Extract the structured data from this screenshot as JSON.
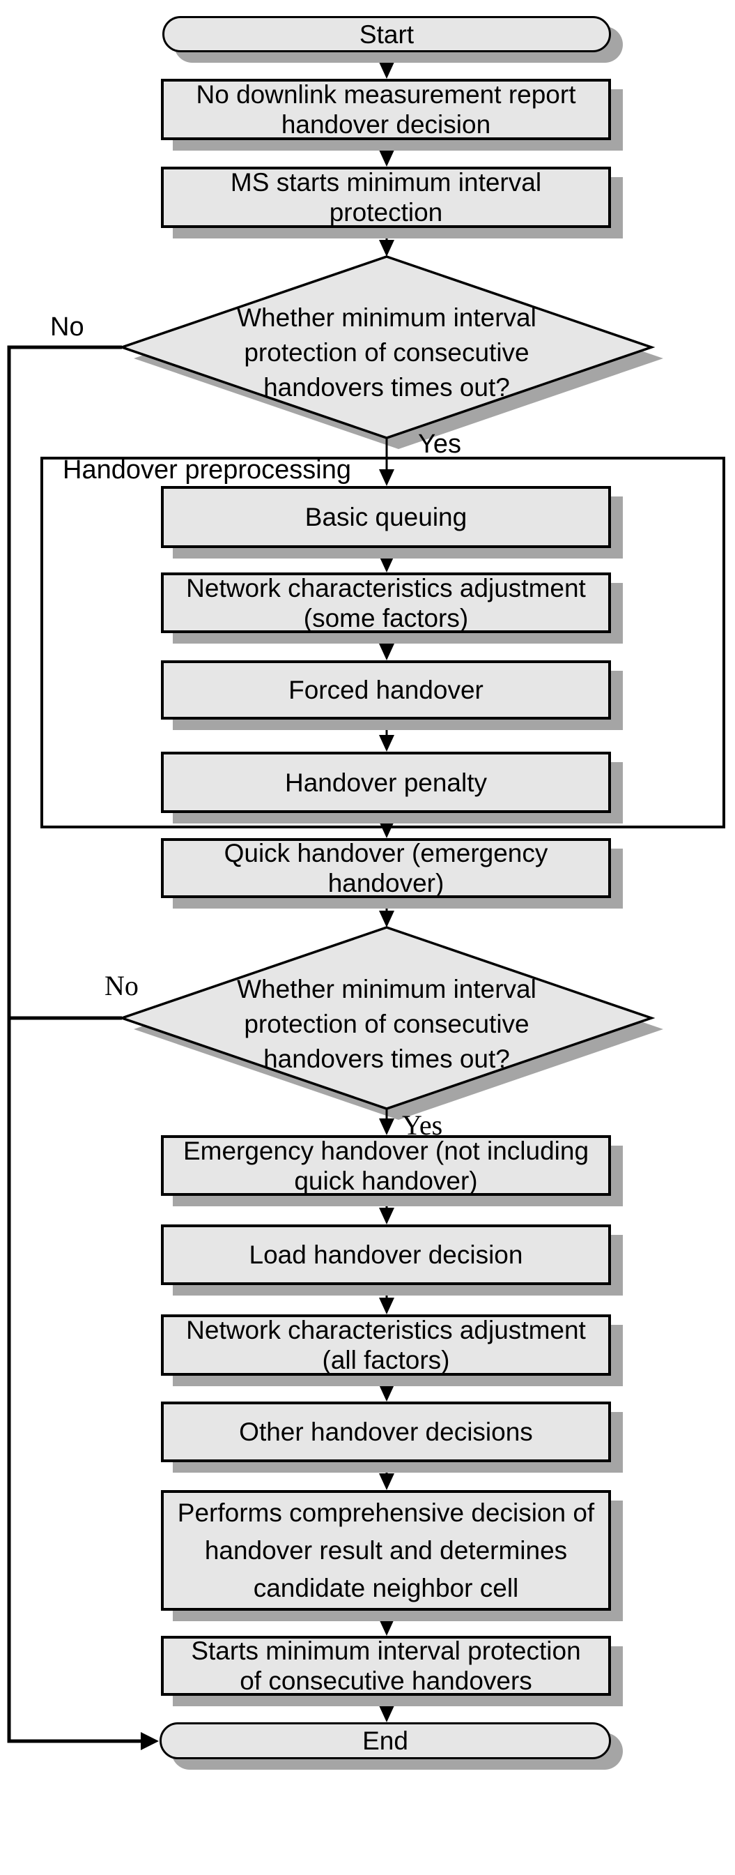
{
  "diagram": {
    "type": "flowchart",
    "colors": {
      "node_fill": "#e6e6e6",
      "shadow": "#a5a5a5",
      "line": "#000000",
      "background": "#ffffff"
    },
    "nodes": {
      "start": "Start",
      "no_downlink": [
        "No downlink measurement report",
        "handover decision"
      ],
      "ms_starts": [
        "MS starts minimum interval",
        "protection"
      ],
      "decision1": [
        "Whether minimum interval",
        "protection of consecutive",
        "handovers times out?"
      ],
      "basic_queuing": "Basic queuing",
      "network_some": [
        "Network characteristics adjustment",
        "(some factors)"
      ],
      "forced_handover": "Forced handover",
      "handover_penalty": "Handover penalty",
      "quick_handover": [
        "Quick handover (emergency",
        "handover)"
      ],
      "decision2": [
        "Whether minimum interval",
        "protection of consecutive",
        "handovers times out?"
      ],
      "emergency_handover": [
        "Emergency handover (not including",
        "quick handover)"
      ],
      "load_decision": "Load handover decision",
      "network_all": [
        "Network characteristics adjustment",
        "(all factors)"
      ],
      "other_decisions": "Other handover decisions",
      "performs": [
        "Performs comprehensive decision of",
        "handover result and determines",
        "candidate neighbor cell"
      ],
      "starts_min": [
        "Starts minimum interval protection",
        "of consecutive handovers"
      ],
      "end": "End"
    },
    "groups": {
      "preprocessing": "Handover preprocessing"
    },
    "edge_labels": {
      "decision1_no": "No",
      "decision1_yes": "Yes",
      "decision2_no": "No",
      "decision2_yes": "Yes"
    }
  }
}
